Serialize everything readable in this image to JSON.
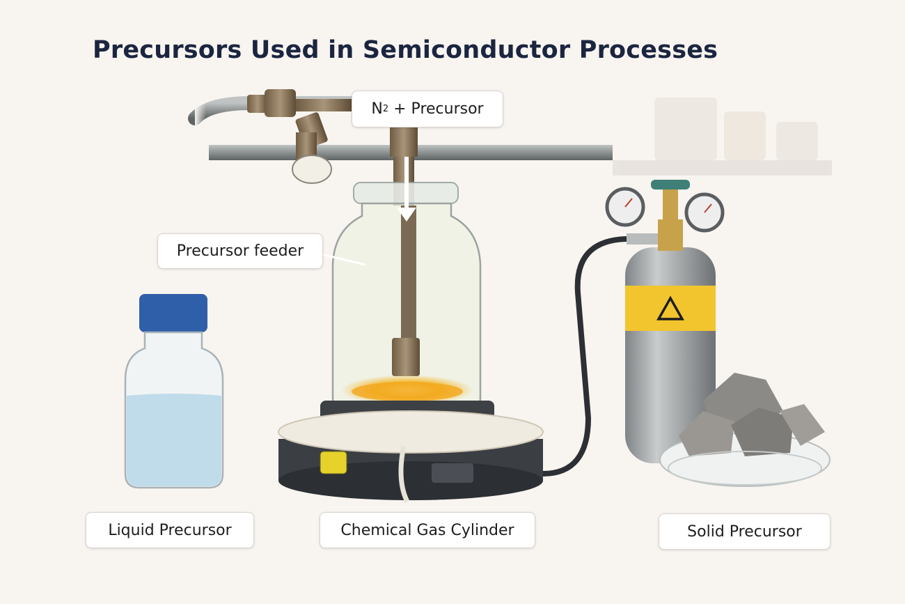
{
  "title": "Precursors Used in Semiconductor Processes",
  "labels": {
    "n2_prefix": "N",
    "n2_sub": "2",
    "n2_suffix": " + Precursor",
    "feeder": "Precursor feeder",
    "liquid": "Liquid Precursor",
    "cylinder": "Chemical Gas Cylinder",
    "solid": "Solid Precursor"
  },
  "colors": {
    "background": "#f8f4f0",
    "title": "#1b2540",
    "bottle_cap": "#2f5fa8",
    "cylinder_band": "#f2c52e"
  }
}
